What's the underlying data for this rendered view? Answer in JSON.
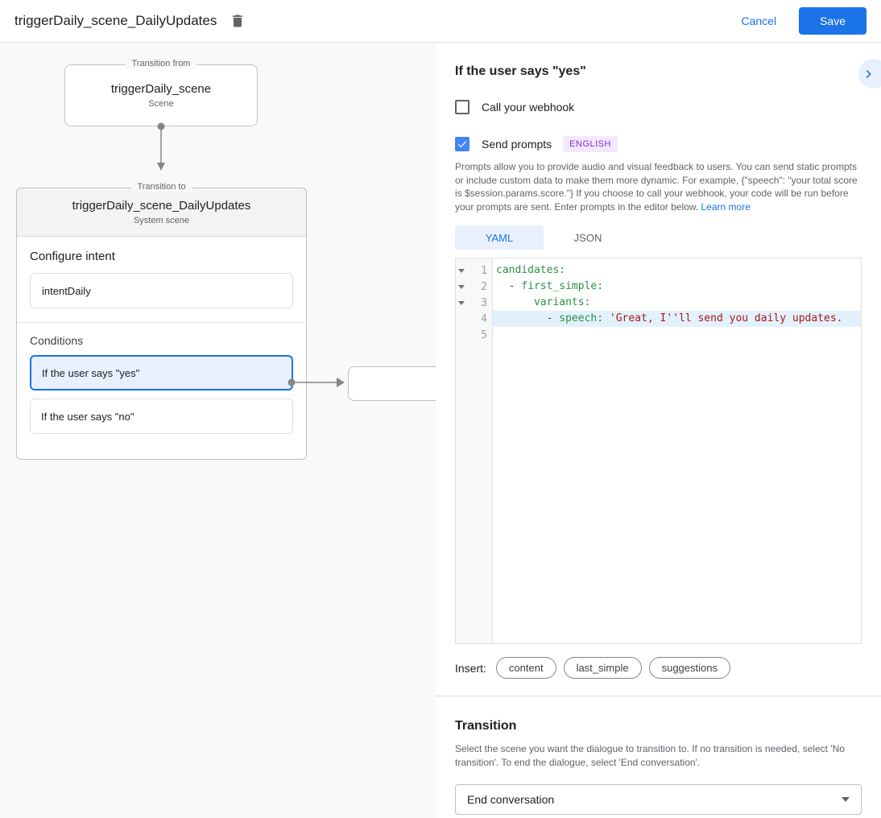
{
  "colors": {
    "accent": "#1a73e8",
    "checkbox_checked": "#4285f4",
    "selected_condition_bg": "#e8f0fe",
    "badge_bg": "#f3e8fd",
    "badge_text": "#8430ce",
    "yaml_key": "#2a9245",
    "yaml_string": "#a91717",
    "active_line_highlight": "#e3f1fd",
    "left_panel_bg": "#f8f9fa"
  },
  "top_bar": {
    "title": "triggerDaily_scene_DailyUpdates",
    "cancel_label": "Cancel",
    "save_label": "Save"
  },
  "diagram": {
    "from_box": {
      "legend": "Transition from",
      "title": "triggerDaily_scene",
      "subtitle": "Scene"
    },
    "to_box": {
      "legend": "Transition to",
      "title": "triggerDaily_scene_DailyUpdates",
      "subtitle": "System scene",
      "intent_heading": "Configure intent",
      "intent_value": "intentDaily",
      "conditions_heading": "Conditions",
      "conditions": [
        {
          "label": "If the user says \"yes\"",
          "selected": true
        },
        {
          "label": "If the user says \"no\"",
          "selected": false
        }
      ]
    }
  },
  "panel": {
    "title": "If the user says \"yes\"",
    "webhook": {
      "label": "Call your webhook",
      "checked": false
    },
    "send_prompts": {
      "label": "Send prompts",
      "checked": true,
      "badge": "ENGLISH"
    },
    "description": "Prompts allow you to provide audio and visual feedback to users. You can send static prompts or include custom data to make them more dynamic. For example, {\"speech\": \"your total score is $session.params.score.\"} If you choose to call your webhook, your code will be run before your prompts are sent. Enter prompts in the editor below.",
    "learn_more_label": "Learn more",
    "tabs": [
      {
        "label": "YAML",
        "active": true
      },
      {
        "label": "JSON",
        "active": false
      }
    ],
    "editor": {
      "lines": [
        {
          "number": "1",
          "foldable": true,
          "tokens": [
            {
              "t": "key",
              "v": "candidates:"
            }
          ]
        },
        {
          "number": "2",
          "foldable": true,
          "tokens": [
            {
              "t": "plain",
              "v": "  - "
            },
            {
              "t": "key",
              "v": "first_simple:"
            }
          ]
        },
        {
          "number": "3",
          "foldable": true,
          "tokens": [
            {
              "t": "plain",
              "v": "      "
            },
            {
              "t": "key",
              "v": "variants:"
            }
          ]
        },
        {
          "number": "4",
          "foldable": false,
          "highlighted": true,
          "tokens": [
            {
              "t": "plain",
              "v": "        - "
            },
            {
              "t": "key",
              "v": "speech:"
            },
            {
              "t": "string",
              "v": " 'Great, I''ll send you daily updates."
            }
          ]
        },
        {
          "number": "5",
          "foldable": false,
          "tokens": []
        }
      ]
    },
    "insert": {
      "label": "Insert:",
      "chips": [
        "content",
        "last_simple",
        "suggestions"
      ]
    },
    "transition": {
      "heading": "Transition",
      "description": "Select the scene you want the dialogue to transition to. If no transition is needed, select 'No transition'. To end the dialogue, select 'End conversation'.",
      "selected_value": "End conversation"
    }
  }
}
